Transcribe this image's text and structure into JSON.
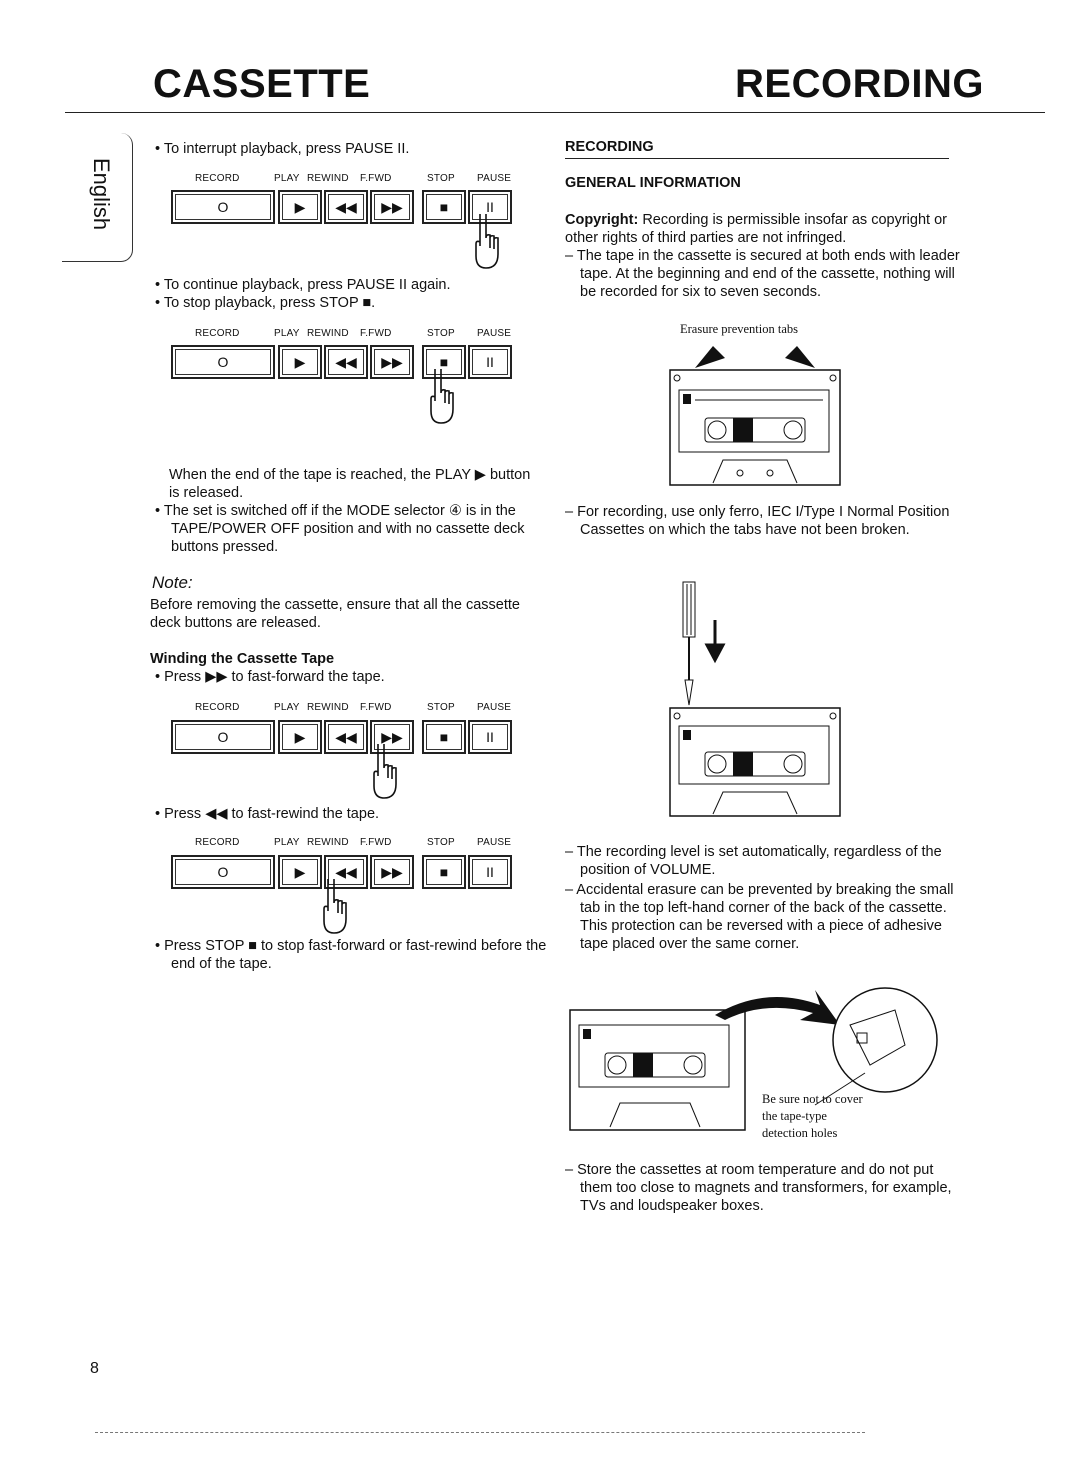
{
  "header": {
    "left": "CASSETTE",
    "right": "RECORDING"
  },
  "side_tab": "English",
  "page_number": "8",
  "deck_labels": [
    "RECORD",
    "PLAY",
    "REWIND",
    "F.FWD",
    "STOP",
    "PAUSE"
  ],
  "deck_keys": [
    "O",
    "▶",
    "◀◀",
    "▶▶",
    "■",
    "II"
  ],
  "left": {
    "pause_item": "To interrupt playback, press PAUSE II.",
    "continue_item": "To continue playback, press PAUSE II again.",
    "stop_item": "To stop playback, press STOP ■.",
    "end_para_1": "When the end of the tape is reached, the PLAY ▶ button",
    "end_para_2": "is released.",
    "switch_item": "The set is switched off if the MODE selector ④ is in the TAPE/POWER OFF position and with no cassette deck buttons pressed.",
    "note_title": "Note:",
    "note_text": "Before removing the cassette, ensure that all the cassette deck buttons are released.",
    "winding_title": "Winding the Cassette Tape",
    "ffwd_item": "Press ▶▶ to fast-forward the tape.",
    "rew_item": "Press ◀◀ to fast-rewind the tape.",
    "stopwind_item": "Press STOP ■ to stop fast-forward or fast-rewind before the end of the tape."
  },
  "right": {
    "section_title": "RECORDING",
    "subsection_title": "GENERAL INFORMATION",
    "copyright_label": "Copyright:",
    "copyright_text": "Recording is permissible insofar as copyright or other rights of third parties are not infringed.",
    "leader_item": "The tape in the cassette is secured at both ends with leader tape. At the beginning and end of the cassette, nothing will be recorded for six to seven seconds.",
    "tabs_caption": "Erasure prevention tabs",
    "ferro_item": "For recording, use only ferro, IEC I/Type I Normal Position Cassettes on which the tabs have not been broken.",
    "level_item": "The recording level is set automatically, regardless of the position of VOLUME.",
    "erasure_item": "Accidental erasure can be prevented by breaking the small tab in the top left-hand corner of the back of the cassette. This protection can be reversed with a piece of adhesive tape placed over the same corner.",
    "cover_caption_1": "Be sure not to cover",
    "cover_caption_2": "the tape-type",
    "cover_caption_3": "detection holes",
    "store_item": "Store the cassettes at room temperature and do not put them too close to magnets and transformers, for example, TVs and loudspeaker boxes."
  }
}
